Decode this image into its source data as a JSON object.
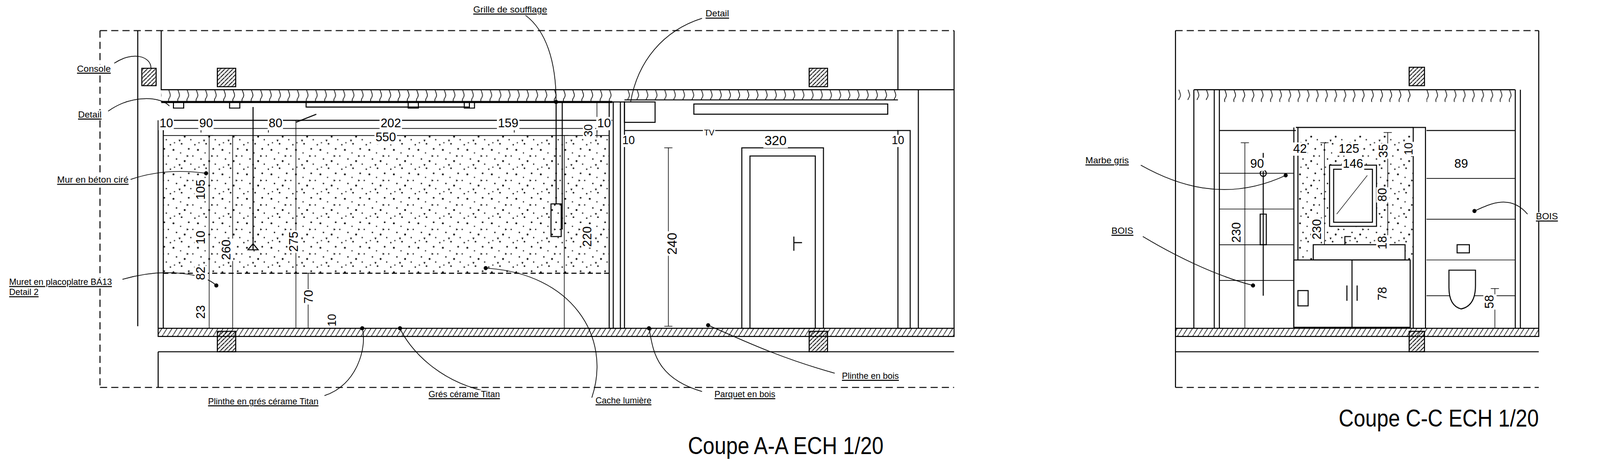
{
  "diagram": {
    "labels": [
      "Grille de soufflage",
      "Detail",
      "Console",
      "Detail",
      "10",
      "90",
      "80",
      "202",
      "159",
      "30",
      "10",
      "550",
      "10",
      "TV",
      "320",
      "10",
      "Mur en béton ciré",
      "105",
      "10",
      "260",
      "275",
      "220",
      "240",
      "82",
      "Muret en placoplatre BA13",
      "Detail 2",
      "70",
      "23",
      "10",
      "Plinthe en grés cérame Titan",
      "Grés cérame Titan",
      "Cache lumière",
      "Parquet en bois",
      "Plinthe en bois",
      "Coupe A-A ECH 1/20",
      "42",
      "125",
      "35",
      "10",
      "90",
      "146",
      "89",
      "Marbe gris",
      "BOIS",
      "230",
      "230",
      "80",
      "18",
      "78",
      "58",
      "BOIS",
      "Coupe C-C ECH 1/20"
    ]
  }
}
